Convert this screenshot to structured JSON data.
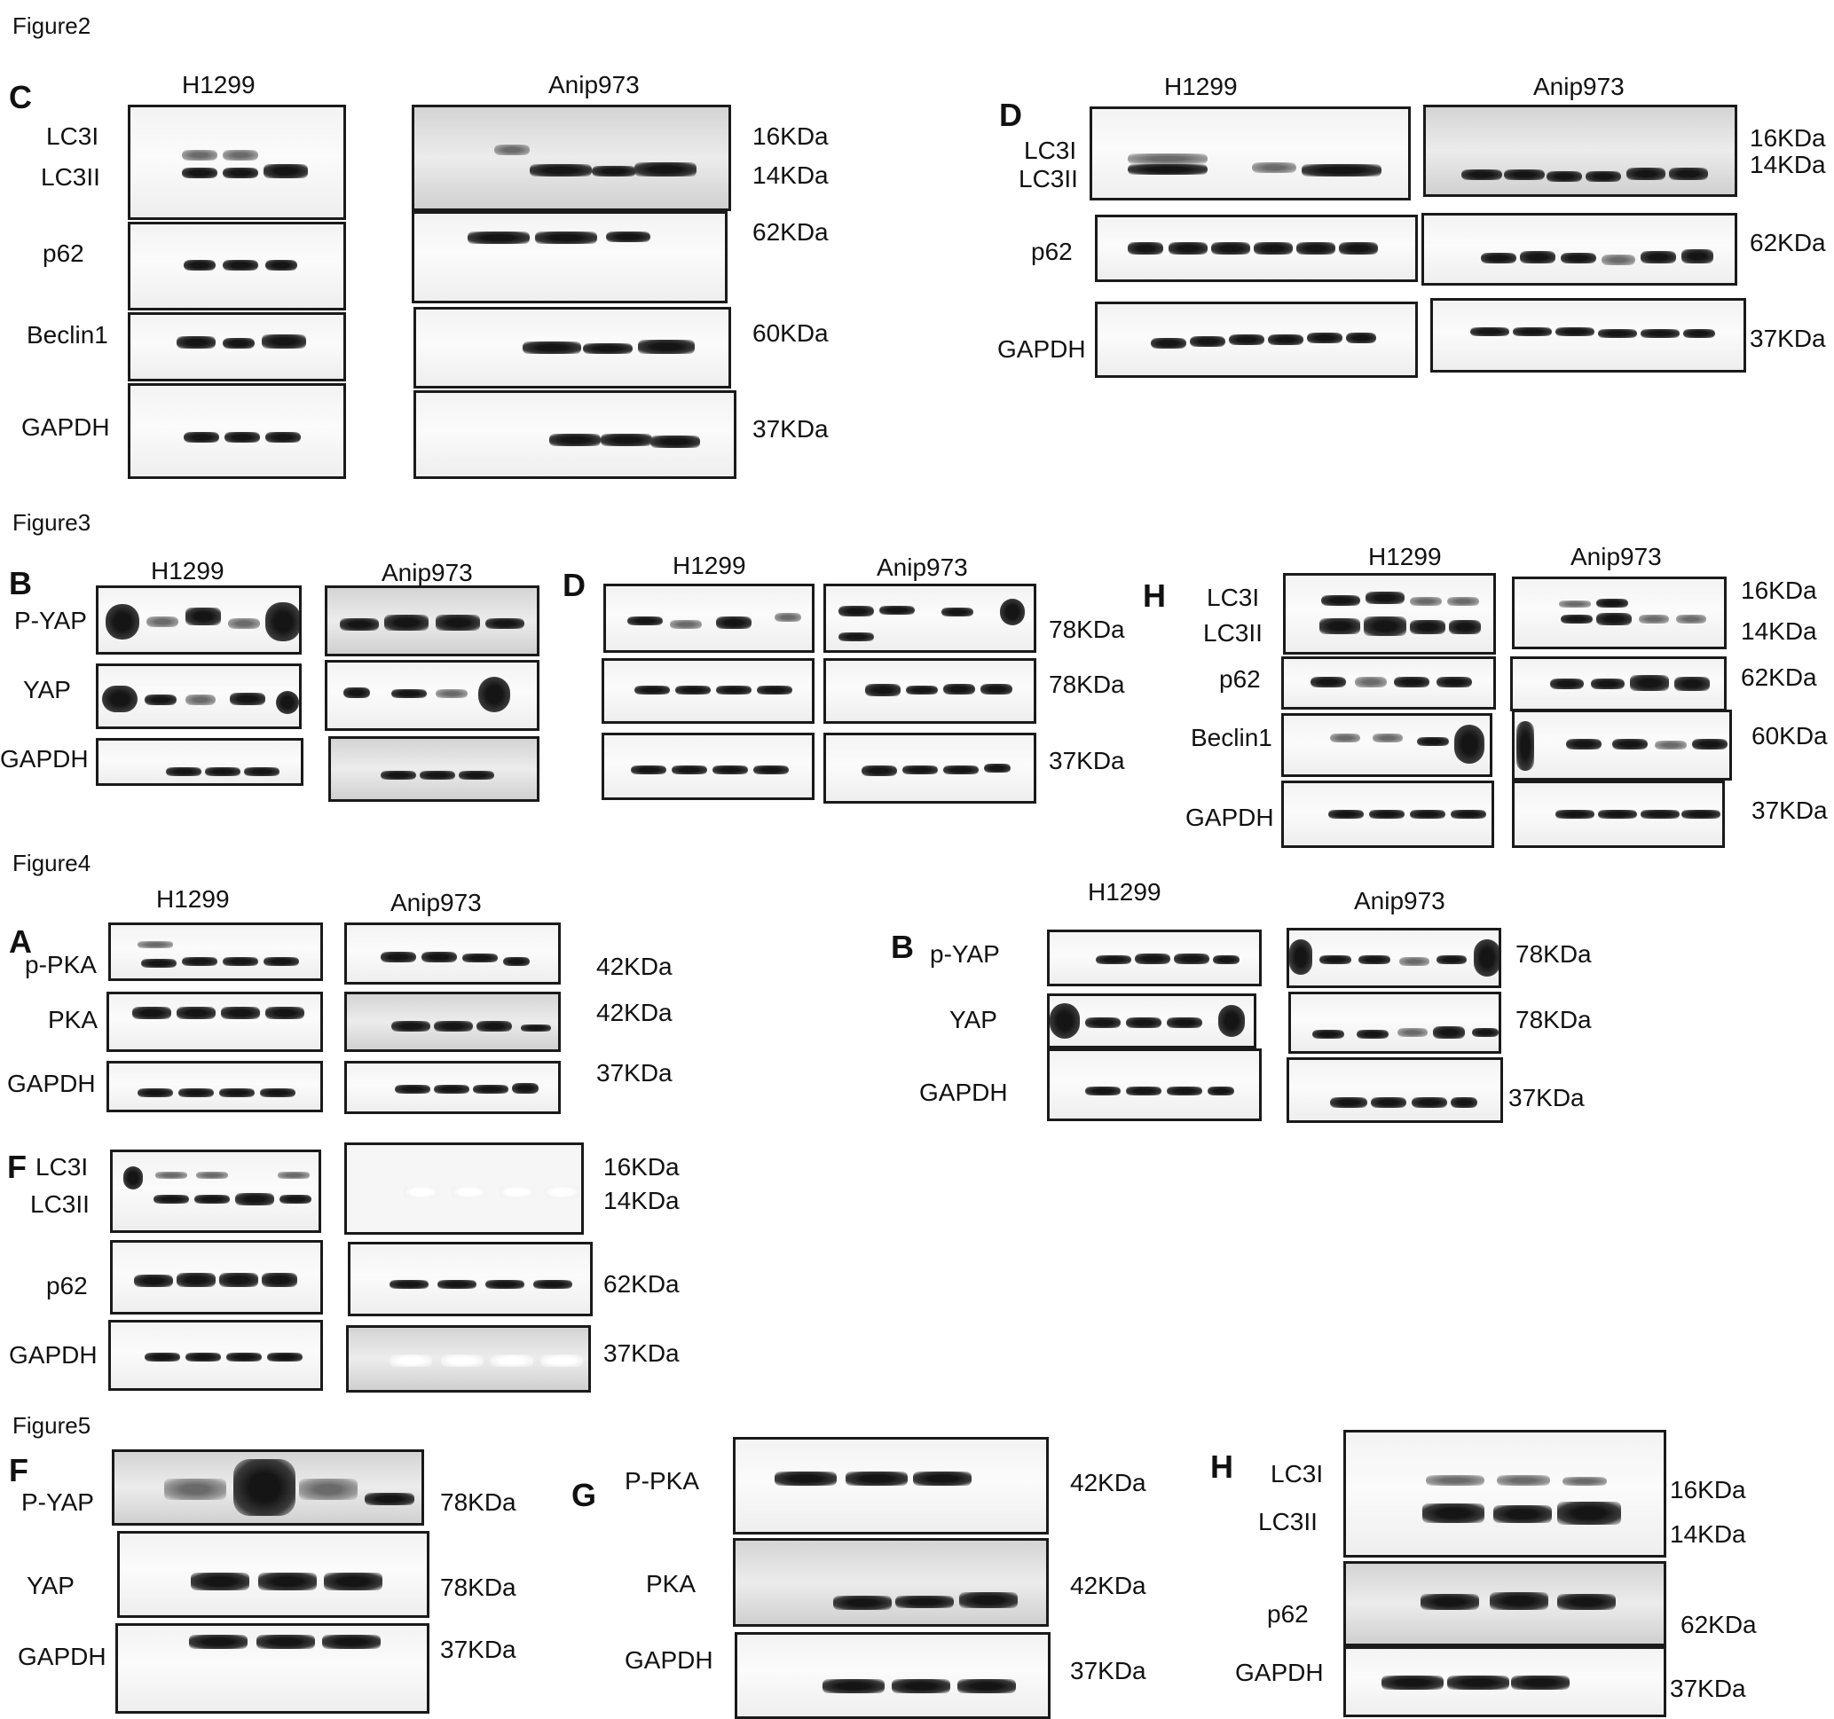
{
  "figures": {
    "figure2": {
      "heading": "Figure2",
      "C": {
        "panel": "C",
        "cell_left": "H1299",
        "cell_right": "Anip973",
        "rows": [
          {
            "label_a": "LC3I",
            "label_b": "LC3II",
            "kda_a": "16KDa",
            "kda_b": "14KDa"
          },
          {
            "label": "p62",
            "kda": "62KDa"
          },
          {
            "label": "Beclin1",
            "kda": "60KDa"
          },
          {
            "label": "GAPDH",
            "kda": "37KDa"
          }
        ]
      },
      "D": {
        "panel": "D",
        "cell_left": "H1299",
        "cell_right": "Anip973",
        "rows": [
          {
            "label_a": "LC3I",
            "label_b": "LC3II",
            "kda_a": "16KDa",
            "kda_b": "14KDa"
          },
          {
            "label": "p62",
            "kda": "62KDa"
          },
          {
            "label": "GAPDH",
            "kda": "37KDa"
          }
        ]
      }
    },
    "figure3": {
      "heading": "Figure3",
      "B": {
        "panel": "B",
        "cell_left": "H1299",
        "cell_right": "Anip973",
        "rows": [
          {
            "label": "P-YAP"
          },
          {
            "label": "YAP"
          },
          {
            "label": "GAPDH"
          }
        ]
      },
      "D": {
        "panel": "D",
        "cell_left": "H1299",
        "cell_right": "Anip973",
        "kdas": [
          "78KDa",
          "78KDa",
          "37KDa"
        ]
      },
      "H": {
        "panel": "H",
        "cell_left": "H1299",
        "cell_right": "Anip973",
        "rows": [
          {
            "label_a": "LC3I",
            "label_b": "LC3II",
            "kda_a": "16KDa",
            "kda_b": "14KDa"
          },
          {
            "label": "p62",
            "kda": "62KDa"
          },
          {
            "label": "Beclin1",
            "kda": "60KDa"
          },
          {
            "label": "GAPDH",
            "kda": "37KDa"
          }
        ]
      }
    },
    "figure4": {
      "heading": "Figure4",
      "A": {
        "panel": "A",
        "cell_left": "H1299",
        "cell_right": "Anip973",
        "rows": [
          {
            "label": "p-PKA",
            "kda": "42KDa"
          },
          {
            "label": "PKA",
            "kda": "42KDa"
          },
          {
            "label": "GAPDH",
            "kda": "37KDa"
          }
        ]
      },
      "B": {
        "panel": "B",
        "cell_left": "H1299",
        "cell_right": "Anip973",
        "rows": [
          {
            "label": "p-YAP",
            "kda": "78KDa"
          },
          {
            "label": "YAP",
            "kda": "78KDa"
          },
          {
            "label": "GAPDH",
            "kda": "37KDa"
          }
        ]
      },
      "F": {
        "panel": "F",
        "rows": [
          {
            "label_a": "LC3I",
            "label_b": "LC3II",
            "kda_a": "16KDa",
            "kda_b": "14KDa"
          },
          {
            "label": "p62",
            "kda": "62KDa"
          },
          {
            "label": "GAPDH",
            "kda": "37KDa"
          }
        ]
      }
    },
    "figure5": {
      "heading": "Figure5",
      "F": {
        "panel": "F",
        "rows": [
          {
            "label": "P-YAP",
            "kda": "78KDa"
          },
          {
            "label": "YAP",
            "kda": "78KDa"
          },
          {
            "label": "GAPDH",
            "kda": "37KDa"
          }
        ]
      },
      "G": {
        "panel": "G",
        "rows": [
          {
            "label": "P-PKA",
            "kda": "42KDa"
          },
          {
            "label": "PKA",
            "kda": "42KDa"
          },
          {
            "label": "GAPDH",
            "kda": "37KDa"
          }
        ]
      },
      "H": {
        "panel": "H",
        "rows": [
          {
            "label_a": "LC3I",
            "label_b": "LC3II",
            "kda_a": "16KDa",
            "kda_b": "14KDa"
          },
          {
            "label": "p62",
            "kda": "62KDa"
          },
          {
            "label": "GAPDH",
            "kda": "37KDa"
          }
        ]
      }
    }
  }
}
